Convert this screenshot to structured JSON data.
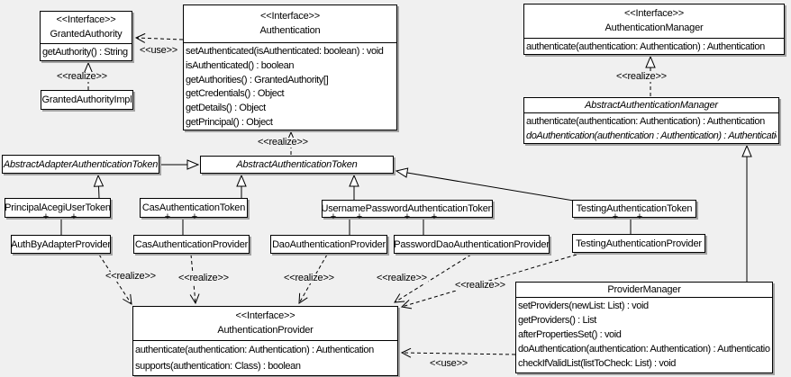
{
  "stereotypes": {
    "interface": "<<Interface>>",
    "use": "<<use>>",
    "realize": "<<realize>>"
  },
  "multiplicity": {
    "plus": "+"
  },
  "colors": {
    "background": "#f0f0f0",
    "box_fill": "#ffffff",
    "line": "#000000",
    "shadow": "#a3a3a3"
  },
  "classes": {
    "granted_authority": {
      "stereotype": "<<Interface>>",
      "name": "GrantedAuthority",
      "methods": [
        "getAuthority() : String"
      ]
    },
    "granted_authority_impl": {
      "name": "GrantedAuthorityImpl"
    },
    "authentication": {
      "stereotype": "<<Interface>>",
      "name": "Authentication",
      "methods": [
        "setAuthenticated(isAuthenticated: boolean) : void",
        "isAuthenticated() : boolean",
        "getAuthorities() : GrantedAuthority[]",
        "getCredentials() : Object",
        "getDetails() : Object",
        "getPrincipal() : Object"
      ]
    },
    "authentication_manager": {
      "stereotype": "<<Interface>>",
      "name": "AuthenticationManager",
      "methods": [
        "authenticate(authentication: Authentication) : Authentication"
      ]
    },
    "abstract_authentication_manager": {
      "name": "AbstractAuthenticationManager",
      "abstract": true,
      "methods": [
        "authenticate(authentication: Authentication) : Authentication",
        "doAuthentication(authentication : Authentication) : Authentication"
      ]
    },
    "abstract_adapter_authentication_token": {
      "name": "AbstractAdapterAuthenticationToken",
      "abstract": true
    },
    "abstract_authentication_token": {
      "name": "AbstractAuthenticationToken",
      "abstract": true
    },
    "principal_acegi_user_token": {
      "name": "PrincipalAcegiUserToken"
    },
    "cas_authentication_token": {
      "name": "CasAuthenticationToken"
    },
    "username_password_authentication_token": {
      "name": "UsernamePasswordAuthenticationToken"
    },
    "testing_authentication_token": {
      "name": "TestingAuthenticationToken"
    },
    "auth_by_adapter_provider": {
      "name": "AuthByAdapterProvider"
    },
    "cas_authentication_provider": {
      "name": "CasAuthenticationProvider"
    },
    "dao_authentication_provider": {
      "name": "DaoAuthenticationProvider"
    },
    "password_dao_authentication_provider": {
      "name": "PasswordDaoAuthenticationProvider"
    },
    "testing_authentication_provider": {
      "name": "TestingAuthenticationProvider"
    },
    "authentication_provider": {
      "stereotype": "<<Interface>>",
      "name": "AuthenticationProvider",
      "methods": [
        "authenticate(authentication: Authentication) : Authentication",
        "supports(authentication: Class) : boolean"
      ]
    },
    "provider_manager": {
      "name": "ProviderManager",
      "methods": [
        "setProviders(newList: List) : void",
        "getProviders() : List",
        "afterPropertiesSet() : void",
        "doAuthentication(authentication: Authentication) : Authentication",
        "checkIfValidList(listToCheck: List) : void"
      ]
    }
  },
  "relationships": [
    {
      "from": "Authentication",
      "to": "GrantedAuthority",
      "type": "use"
    },
    {
      "from": "GrantedAuthorityImpl",
      "to": "GrantedAuthority",
      "type": "realize"
    },
    {
      "from": "AbstractAuthenticationToken",
      "to": "Authentication",
      "type": "realize"
    },
    {
      "from": "AbstractAuthenticationManager",
      "to": "AuthenticationManager",
      "type": "realize"
    },
    {
      "from": "AbstractAdapterAuthenticationToken",
      "to": "AbstractAuthenticationToken",
      "type": "generalization"
    },
    {
      "from": "PrincipalAcegiUserToken",
      "to": "AbstractAdapterAuthenticationToken",
      "type": "generalization"
    },
    {
      "from": "CasAuthenticationToken",
      "to": "AbstractAuthenticationToken",
      "type": "generalization"
    },
    {
      "from": "UsernamePasswordAuthenticationToken",
      "to": "AbstractAuthenticationToken",
      "type": "generalization"
    },
    {
      "from": "TestingAuthenticationToken",
      "to": "AbstractAuthenticationToken",
      "type": "generalization"
    },
    {
      "from": "ProviderManager",
      "to": "AbstractAuthenticationManager",
      "type": "generalization"
    },
    {
      "from": "PrincipalAcegiUserToken",
      "to": "AuthByAdapterProvider",
      "type": "association",
      "end_labels": [
        "+",
        "+"
      ]
    },
    {
      "from": "CasAuthenticationToken",
      "to": "CasAuthenticationProvider",
      "type": "association",
      "end_labels": [
        "+",
        "+"
      ]
    },
    {
      "from": "UsernamePasswordAuthenticationToken",
      "to": "DaoAuthenticationProvider",
      "type": "association",
      "end_labels": [
        "+",
        "+"
      ]
    },
    {
      "from": "UsernamePasswordAuthenticationToken",
      "to": "PasswordDaoAuthenticationProvider",
      "type": "association",
      "end_labels": [
        "+",
        "+"
      ]
    },
    {
      "from": "TestingAuthenticationToken",
      "to": "TestingAuthenticationProvider",
      "type": "association",
      "end_labels": [
        "+",
        "+"
      ]
    },
    {
      "from": "AuthByAdapterProvider",
      "to": "AuthenticationProvider",
      "type": "realize"
    },
    {
      "from": "CasAuthenticationProvider",
      "to": "AuthenticationProvider",
      "type": "realize"
    },
    {
      "from": "DaoAuthenticationProvider",
      "to": "AuthenticationProvider",
      "type": "realize"
    },
    {
      "from": "PasswordDaoAuthenticationProvider",
      "to": "AuthenticationProvider",
      "type": "realize"
    },
    {
      "from": "TestingAuthenticationProvider",
      "to": "AuthenticationProvider",
      "type": "realize"
    },
    {
      "from": "ProviderManager",
      "to": "AuthenticationProvider",
      "type": "use"
    }
  ]
}
